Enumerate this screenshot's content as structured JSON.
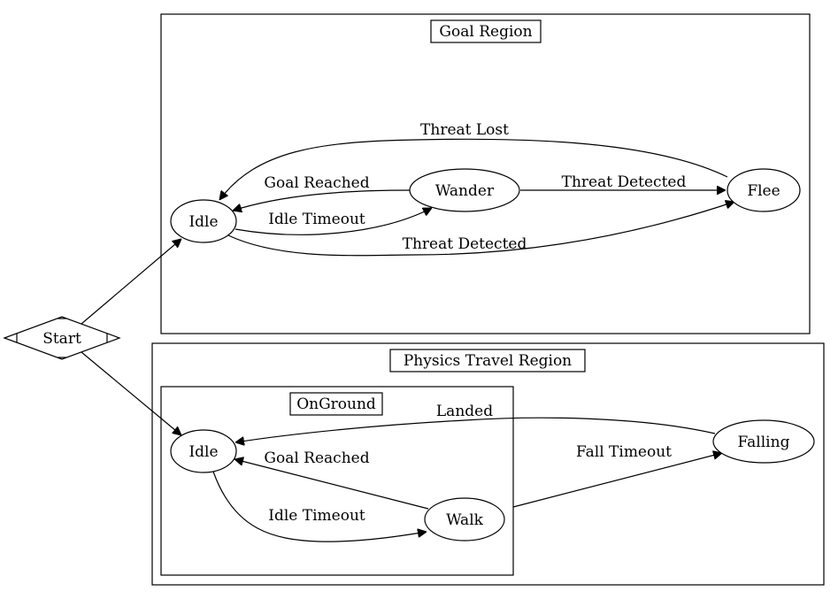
{
  "regions": {
    "goal": "Goal Region",
    "physics": "Physics Travel Region",
    "onground": "OnGround"
  },
  "nodes": {
    "start": "Start",
    "goal_idle": "Idle",
    "wander": "Wander",
    "flee": "Flee",
    "phys_idle": "Idle",
    "walk": "Walk",
    "falling": "Falling"
  },
  "edges": {
    "threat_lost": "Threat Lost",
    "goal_reached_top": "Goal Reached",
    "threat_detected_wander": "Threat Detected",
    "idle_timeout_top": "Idle Timeout",
    "threat_detected_idle": "Threat Detected",
    "landed": "Landed",
    "fall_timeout": "Fall Timeout",
    "goal_reached_bottom": "Goal Reached",
    "idle_timeout_bottom": "Idle Timeout"
  }
}
